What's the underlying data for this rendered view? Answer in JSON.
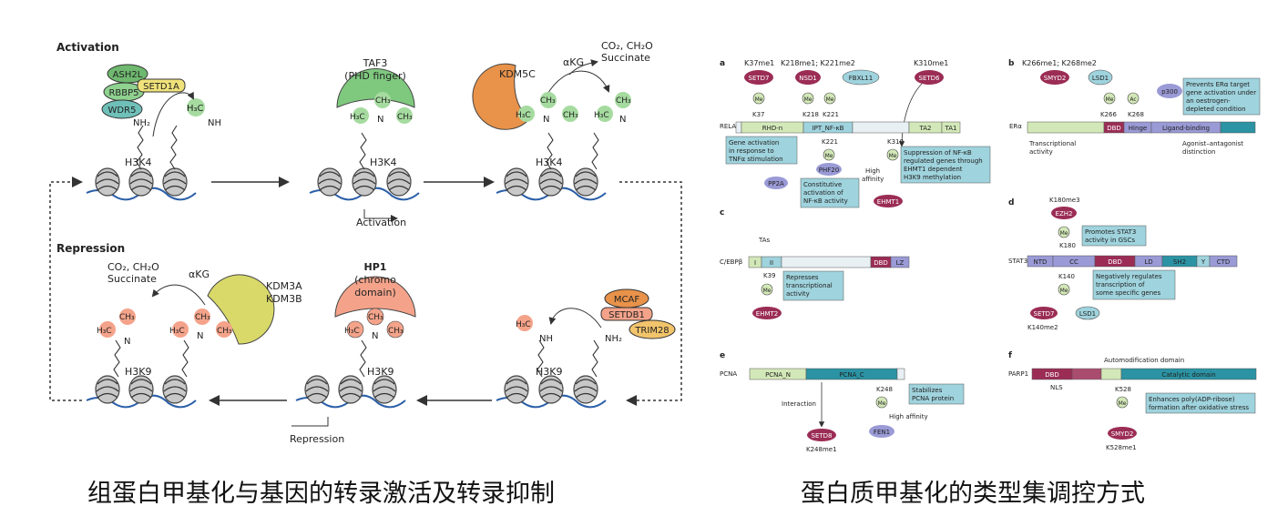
{
  "left": {
    "activation_heading": "Activation",
    "repression_heading": "Repression",
    "ash2l": "ASH2L",
    "rbbp5": "RBBP5",
    "wdr5": "WDR5",
    "setd1a": "SETD1A",
    "taf3_line1": "TAF3",
    "taf3_line2": "(PHD finger)",
    "kdm5c": "KDM5C",
    "akg": "αKG",
    "co2_ch2o": "CO₂, CH₂O",
    "succinate": "Succinate",
    "h3k4": "H3K4",
    "h3k9": "H3K9",
    "activation_label": "Activation",
    "repression_label": "Repression",
    "kdm3a": "KDM3A",
    "kdm3b": "KDM3B",
    "hp1_line1": "HP1",
    "hp1_line2": "(chromo",
    "hp1_line3": "domain)",
    "mcaf": "MCAF",
    "setdb1": "SETDB1",
    "trim28": "TRIM28",
    "ch3": "CH₃",
    "h3c": "H₃C",
    "nh2": "NH₂",
    "nh": "NH",
    "n": "N",
    "caption": "组蛋白甲基化与基因的转录激活及转录抑制"
  },
  "right": {
    "panel_a": {
      "letter": "a",
      "setd7": "SETD7",
      "k37me1": "K37me1",
      "k37": "K37",
      "k218_k221": "K218me1; K221me2",
      "nsd1": "NSD1",
      "fbxl11": "FBXL11",
      "k218": "K218",
      "k221": "K221",
      "k310me1": "K310me1",
      "setd6": "SETD6",
      "k310": "K310",
      "rela": "RELA",
      "rhd_n": "RHD-n",
      "ipt_nfkb": "IPT_NF-κB",
      "ta2": "TA2",
      "ta1": "TA1",
      "gene_act": [
        "Gene activation",
        "in response to",
        "TNFα stimulation"
      ],
      "k221b": "K221",
      "phf20": "PHF20",
      "pp2a": "PP2A",
      "constit": [
        "Constitutive",
        "activation of",
        "NF-κB activity"
      ],
      "high_aff": [
        "High",
        "affinity"
      ],
      "ehmt1": "EHMT1",
      "supp": [
        "Suppression of NF-κB",
        "regulated genes through",
        "EHMT1 dependent",
        "H3K9 methylation"
      ]
    },
    "panel_b": {
      "letter": "b",
      "k_label": "K266me1; K268me2",
      "smyd2": "SMYD2",
      "lsd1": "LSD1",
      "p300": "p300",
      "k266": "K266",
      "k268": "K268",
      "er": "ERα",
      "dbd": "DBD",
      "hinge": "Hinge",
      "lbd": "Ligand-binding",
      "prevents": [
        "Prevents ERα target",
        "gene activation under",
        "an oestrogen-",
        "depleted condition"
      ],
      "trans": [
        "Transcriptional",
        "activity"
      ],
      "agon": [
        "Agonist–antagonist",
        "distinction"
      ]
    },
    "panel_c": {
      "letter": "c",
      "tas": "TAs",
      "i": "I",
      "ii": "II",
      "cebpb": "C/EBPβ",
      "dbd": "DBD",
      "lz": "LZ",
      "k39": "K39",
      "ehmt2": "EHMT2",
      "repr": [
        "Represses",
        "transcriptional",
        "activity"
      ]
    },
    "panel_d": {
      "letter": "d",
      "k180me3": "K180me3",
      "ezh2": "EZH2",
      "k180": "K180",
      "promotes": [
        "Promotes STAT3",
        "activity in GSCs"
      ],
      "stat3": "STAT3",
      "ntd": "NTD",
      "cc": "CC",
      "dbd": "DBD",
      "ld": "LD",
      "sh2": "SH2",
      "y": "Y",
      "ctd": "CTD",
      "k140": "K140",
      "neg": [
        "Negatively regulates",
        "transcription of",
        "some specific genes"
      ],
      "setd7": "SETD7",
      "lsd1": "LSD1",
      "k140me2": "K140me2"
    },
    "panel_e": {
      "letter": "e",
      "pcna": "PCNA",
      "pcna_n": "PCNA_N",
      "pcna_c": "PCNA_C",
      "k248": "K248",
      "stab": [
        "Stabilizes",
        "PCNA protein"
      ],
      "interaction": "Interaction",
      "high_aff": "High affinity",
      "setd8": "SETD8",
      "fen1": "FEN1",
      "k248me1": "K248me1"
    },
    "panel_f": {
      "letter": "f",
      "automod": "Automodification domain",
      "parp1": "PARP1",
      "dbd": "DBD",
      "nls": "NLS",
      "cat": "Catalytic domain",
      "k528": "K528",
      "enh": [
        "Enhances poly(ADP-ribose)",
        "formation after oxidative stress"
      ],
      "smyd2": "SMYD2",
      "k528me1": "K528me1"
    },
    "me": "Me",
    "ac": "Ac",
    "caption": "蛋白质甲基化的类型集调控方式"
  },
  "colors": {
    "green": "#7fc97f",
    "salmon": "#f4a38a",
    "orange": "#e8924a",
    "yellow": "#d9d96a",
    "maroon": "#9b2d55",
    "teal": "#2b93a3",
    "lavender": "#9a9ad6",
    "ltgreen": "#d3e8b8",
    "boxblue": "#9fd3dd"
  }
}
